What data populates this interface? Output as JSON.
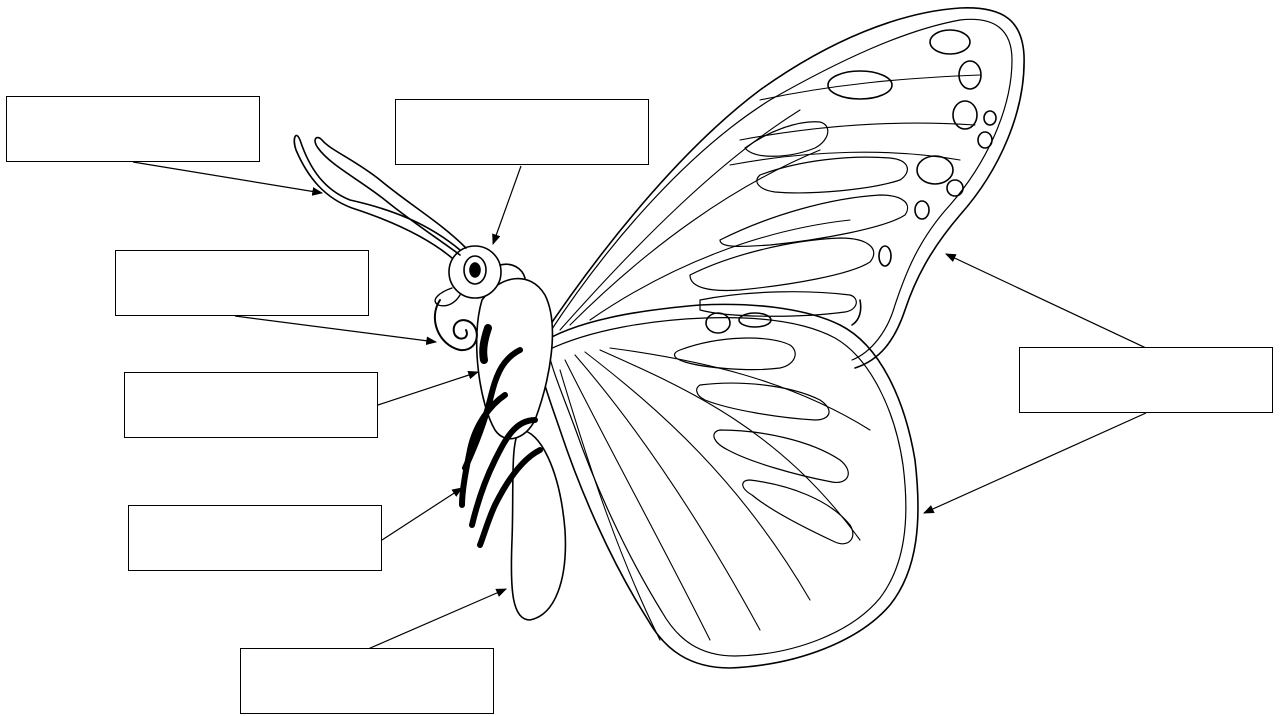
{
  "worksheet": {
    "subject": "butterfly",
    "labels": [
      {
        "id": "antenna",
        "text": ""
      },
      {
        "id": "eye",
        "text": ""
      },
      {
        "id": "proboscis",
        "text": ""
      },
      {
        "id": "thorax",
        "text": ""
      },
      {
        "id": "legs",
        "text": ""
      },
      {
        "id": "abdomen",
        "text": ""
      },
      {
        "id": "wings",
        "text": ""
      }
    ]
  },
  "colors": {
    "line": "#000000",
    "background": "#ffffff"
  }
}
